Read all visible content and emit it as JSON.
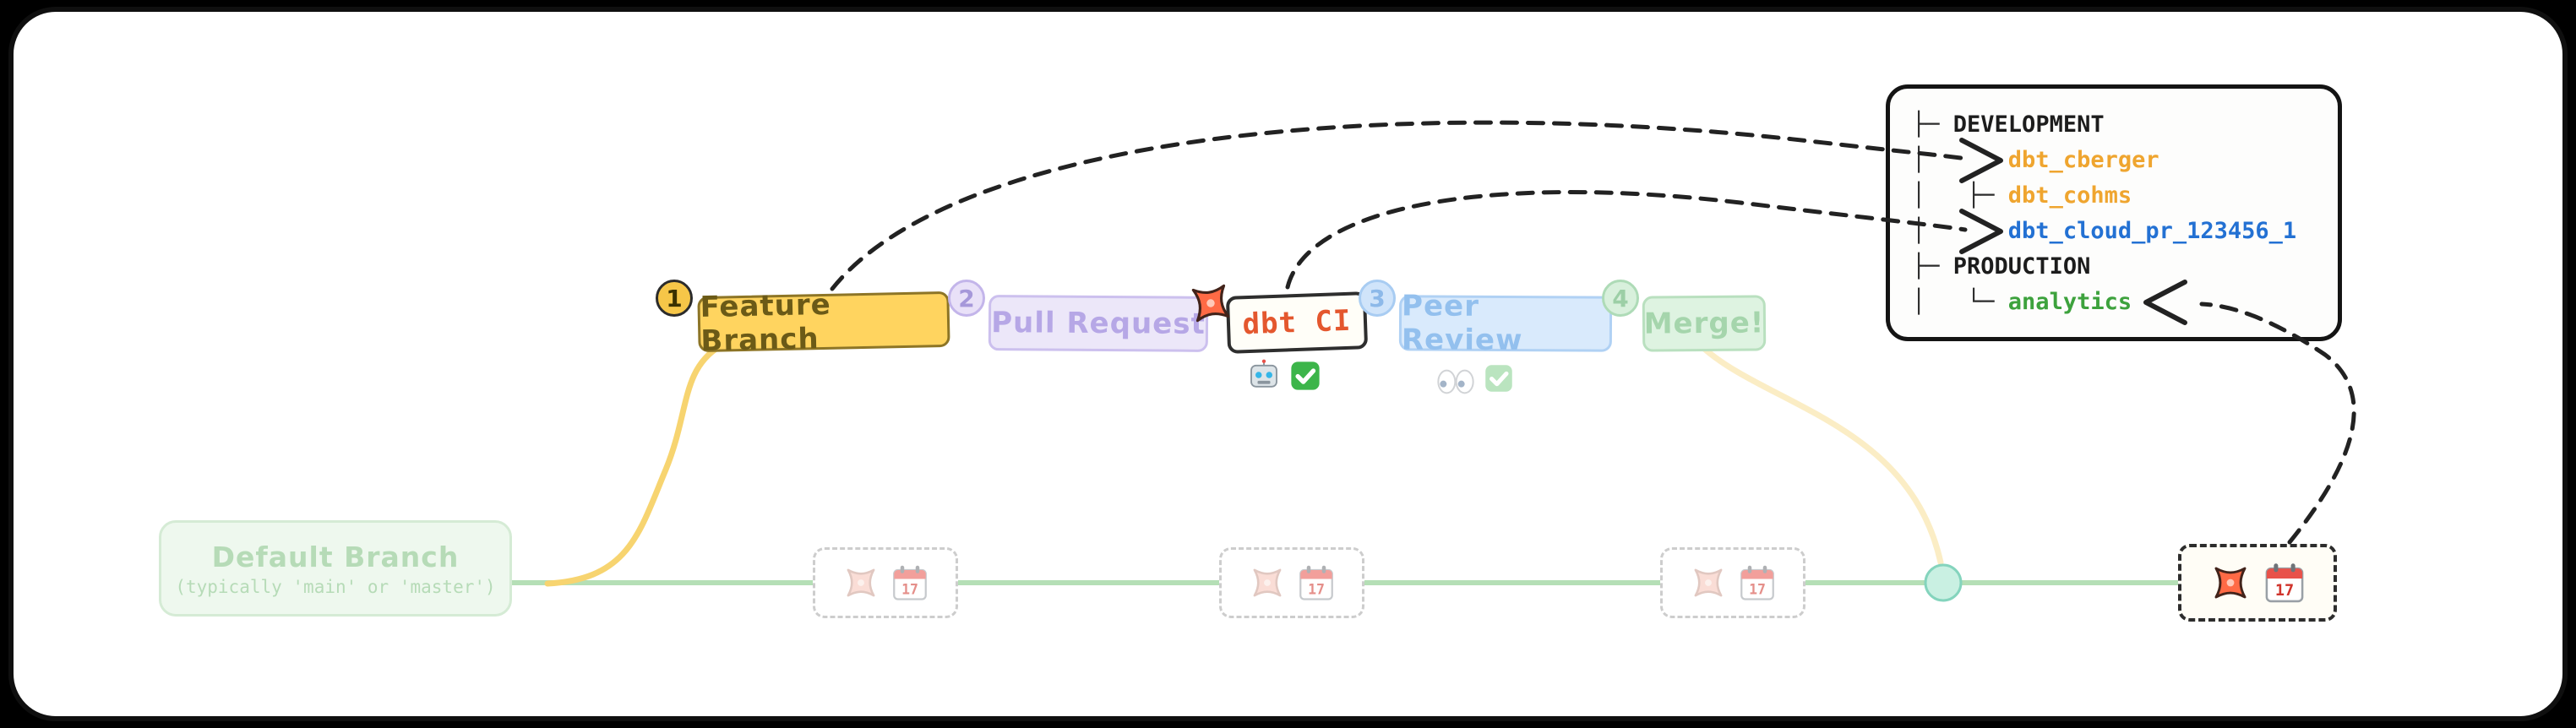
{
  "workflow": {
    "steps": [
      {
        "badge": "1",
        "label": "Feature Branch",
        "state": "active"
      },
      {
        "badge": "2",
        "label": "Pull Request",
        "state": "faded"
      },
      {
        "badge": "",
        "label": "dbt CI",
        "state": "active",
        "icon": "dbt-logo-icon"
      },
      {
        "badge": "3",
        "label": "Peer Review",
        "state": "faded"
      },
      {
        "badge": "4",
        "label": "Merge!",
        "state": "faded"
      }
    ],
    "dbt_ci_status_icons": [
      "robot-icon",
      "check-icon"
    ],
    "peer_review_status_icons": [
      "eyes-icon",
      "check-icon"
    ]
  },
  "default_branch": {
    "title": "Default Branch",
    "subtitle": "(typically 'main' or 'master')"
  },
  "environments_panel": {
    "lines": [
      {
        "prefix": "├─ ",
        "label": "DEVELOPMENT"
      },
      {
        "prefix": "│      ",
        "label": "dbt_cberger",
        "arrow": "from-feature-branch"
      },
      {
        "prefix": "│   ├─ ",
        "label": "dbt_cohms"
      },
      {
        "prefix": "│      ",
        "label": "dbt_cloud_pr_123456_1",
        "arrow": "from-dbt-ci"
      },
      {
        "prefix": "├─ ",
        "label": "PRODUCTION"
      },
      {
        "prefix": "│   └─ ",
        "label": "analytics",
        "arrow": "from-scheduled-run"
      }
    ]
  },
  "scheduled_runs": {
    "calendar_date": "17",
    "faded_count": 3,
    "active_count": 1,
    "icons": [
      "dbt-logo-icon",
      "calendar-icon"
    ]
  },
  "colors": {
    "feature_branch_fill": "#ffd45f",
    "pull_request_fill": "#ece7f9",
    "dbt_ci_text": "#e4572e",
    "peer_review_fill": "#d9eafc",
    "merge_fill": "#def3e1",
    "default_branch_fill": "#eef8ee",
    "branch_line_green": "#b5dfb6",
    "feature_branch_line_yellow": "#f7d470",
    "merge_dot_teal": "#c9f0e2",
    "dev_env_orange": "#efa52f",
    "pr_env_blue": "#2371d3",
    "prod_env_green": "#3da23d",
    "dbt_logo_orange": "#ff6a45",
    "arrow_black": "#222222"
  }
}
